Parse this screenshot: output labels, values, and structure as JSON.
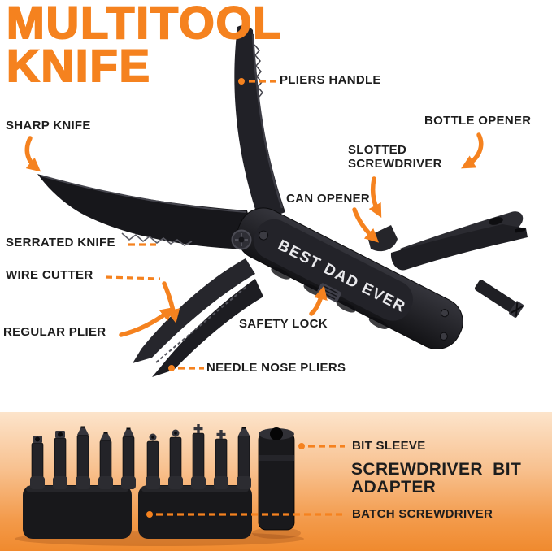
{
  "title": {
    "line1": "MULTITOOL",
    "line2": "KNIFE"
  },
  "engraving": "BEST DAD EVER",
  "colors": {
    "accent": "#F5821F",
    "label_text": "#1D1D1D",
    "panel_gradient_top": "#FCE4CB",
    "panel_gradient_bottom": "#F08A2E",
    "tool_black": "#1B1B1E"
  },
  "callouts": {
    "pliers_handle": "PLIERS HANDLE",
    "sharp_knife": "SHARP KNIFE",
    "bottle_opener": "BOTTLE OPENER",
    "slotted_screwdriver": "SLOTTED SCREWDRIVER",
    "can_opener": "CAN OPENER",
    "serrated_knife": "SERRATED KNIFE",
    "wire_cutter": "WIRE CUTTER",
    "regular_plier": "REGULAR PLIER",
    "safety_lock": "SAFETY LOCK",
    "needle_nose_pliers": "NEEDLE NOSE PLIERS"
  },
  "bit_section": {
    "bit_sleeve": "BIT SLEEVE",
    "adapter": "SCREWDRIVER BIT ADAPTER",
    "batch_screwdriver": "BATCH SCREWDRIVER"
  }
}
